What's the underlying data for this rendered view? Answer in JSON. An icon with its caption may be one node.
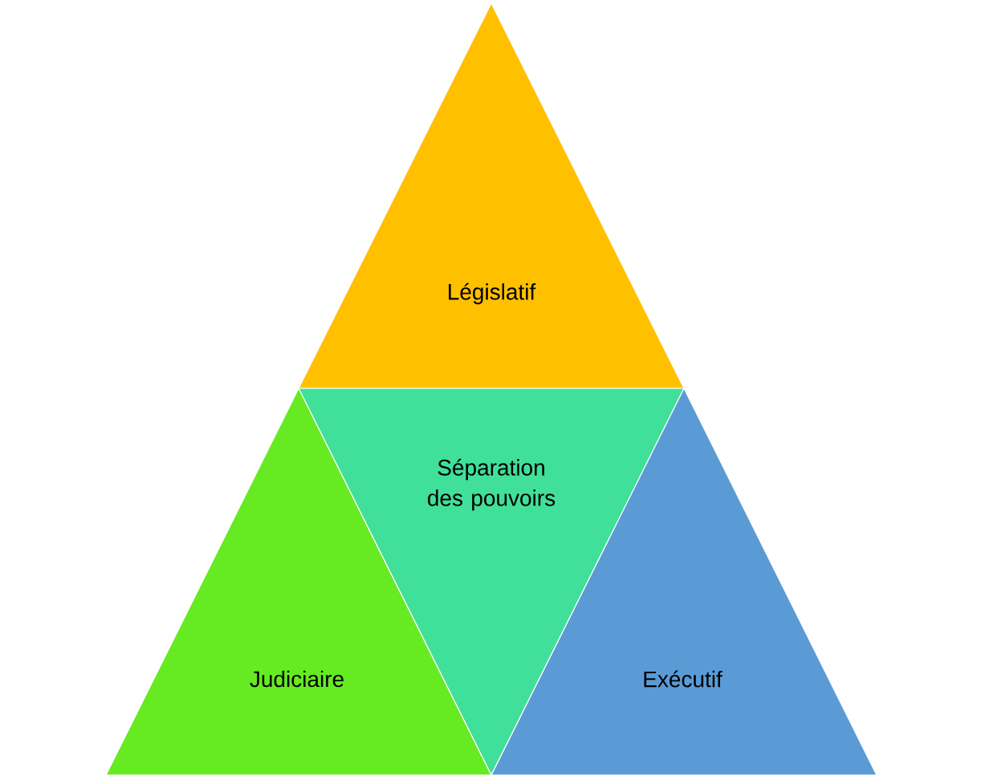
{
  "diagram": {
    "nodes": [
      {
        "text": [
          "Législatif"
        ]
      },
      {
        "text": [
          "Séparation des pouvoirs"
        ]
      },
      {
        "text": [
          "Judiciaire"
        ]
      },
      {
        "text": [
          "Exécutif"
        ]
      }
    ]
  }
}
